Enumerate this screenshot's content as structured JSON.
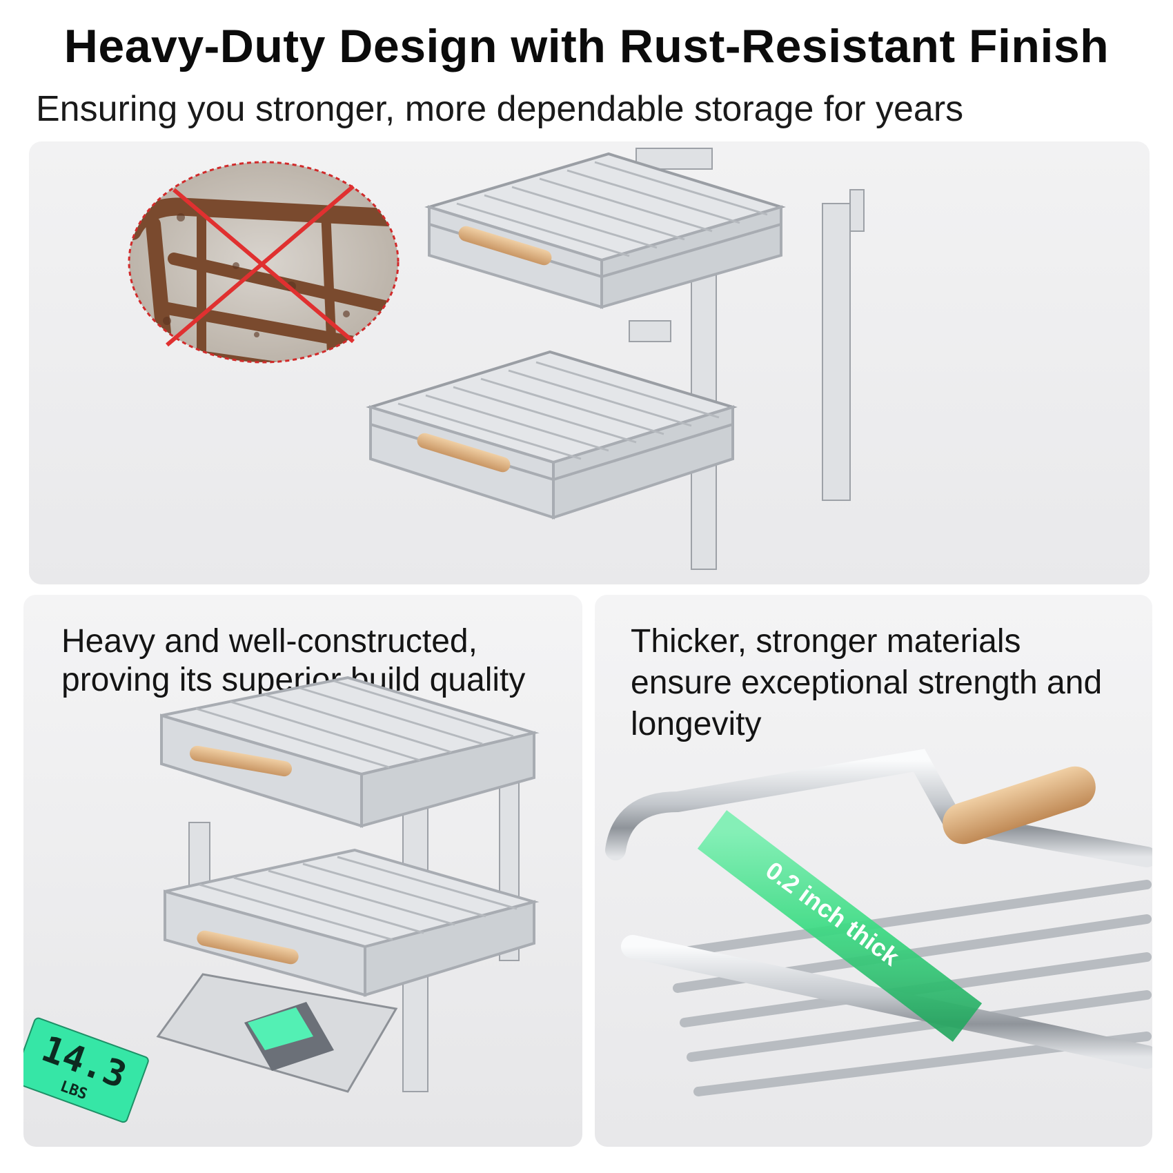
{
  "header": {
    "title": "Heavy-Duty Design with Rust-Resistant Finish",
    "subtitle": "Ensuring you stronger, more dependable storage for years"
  },
  "panels": {
    "left_caption": "Heavy and well-constructed, proving its superior build quality",
    "right_caption": "Thicker, stronger materials ensure exceptional strength and longevity",
    "scale_reading": "14.3",
    "scale_unit": "LBS",
    "thickness_label": "0.2 inch thick"
  },
  "colors": {
    "rust": "#7a4a2e",
    "chrome": "#c9ccd1",
    "wood": "#e2b887",
    "highlight_green": "#3ddc84",
    "rust_ring": "#d12a2a"
  },
  "icons": {
    "rust_badge": "no-rust-icon",
    "scale": "digital-scale-icon"
  }
}
